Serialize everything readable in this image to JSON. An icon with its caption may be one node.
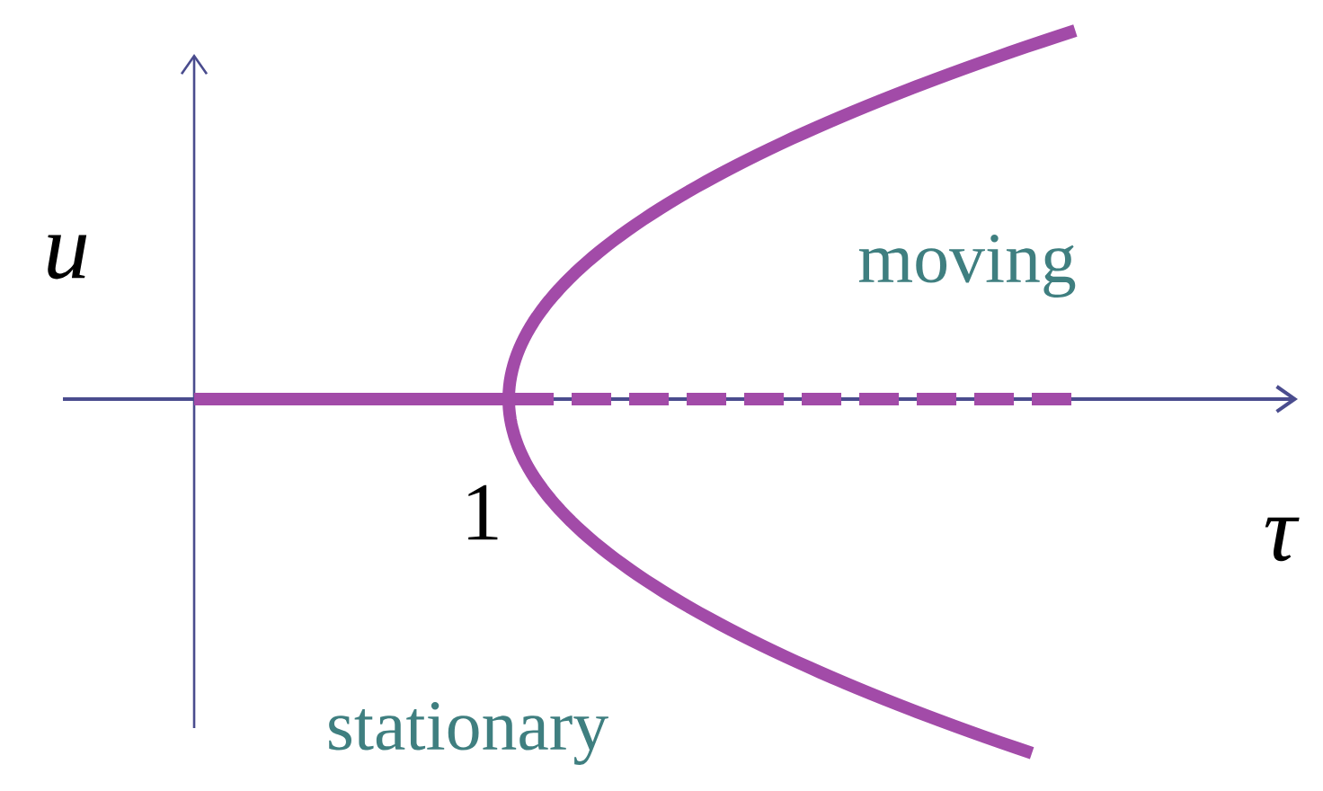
{
  "diagram": {
    "labels": [
      "u",
      "moving",
      "1",
      "τ",
      "stationary"
    ]
  }
}
